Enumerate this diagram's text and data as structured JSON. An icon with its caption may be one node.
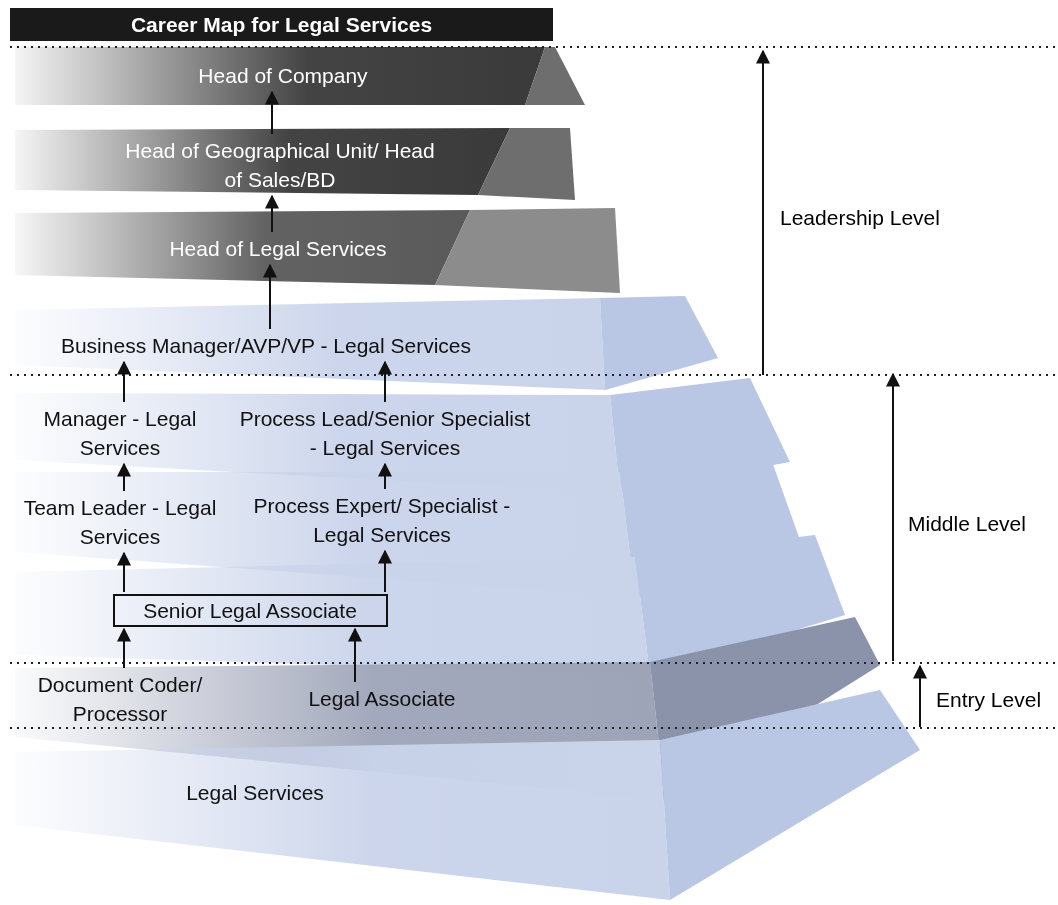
{
  "diagram": {
    "title": "Career Map for Legal Services",
    "nodes": [
      {
        "text": [
          "Head of Company"
        ]
      },
      {
        "text": [
          "Head of Geographical Unit/ Head of Sales/BD"
        ]
      },
      {
        "text": [
          "Head of Legal Services"
        ]
      },
      {
        "text": [
          "Business Manager/AVP/VP - Legal Services"
        ]
      },
      {
        "text": [
          "Manager - Legal Services"
        ]
      },
      {
        "text": [
          "Process Lead/Senior Specialist - Legal Services"
        ]
      },
      {
        "text": [
          "Team Leader - Legal Services"
        ]
      },
      {
        "text": [
          "Process Expert/ Specialist - Legal Services"
        ]
      },
      {
        "text": [
          "Senior Legal Associate"
        ]
      },
      {
        "text": [
          "Document Coder/ Processor"
        ]
      },
      {
        "text": [
          "Legal Associate"
        ]
      },
      {
        "text": [
          "Legal Services"
        ]
      }
    ],
    "edges": [
      {
        "from": 1,
        "to": 0,
        "arrow": "to"
      },
      {
        "from": 2,
        "to": 1,
        "arrow": "to"
      },
      {
        "from": 3,
        "to": 2,
        "arrow": "to"
      },
      {
        "from": 4,
        "to": 3,
        "arrow": "to"
      },
      {
        "from": 5,
        "to": 3,
        "arrow": "to"
      },
      {
        "from": 6,
        "to": 4,
        "arrow": "to"
      },
      {
        "from": 7,
        "to": 5,
        "arrow": "to"
      },
      {
        "from": 8,
        "to": 6,
        "arrow": "to"
      },
      {
        "from": 8,
        "to": 7,
        "arrow": "to"
      },
      {
        "from": 9,
        "to": 8,
        "arrow": "to"
      },
      {
        "from": 10,
        "to": 8,
        "arrow": "to"
      }
    ],
    "labels": [
      "Leadership Level",
      "Middle Level",
      "Entry Level"
    ]
  }
}
